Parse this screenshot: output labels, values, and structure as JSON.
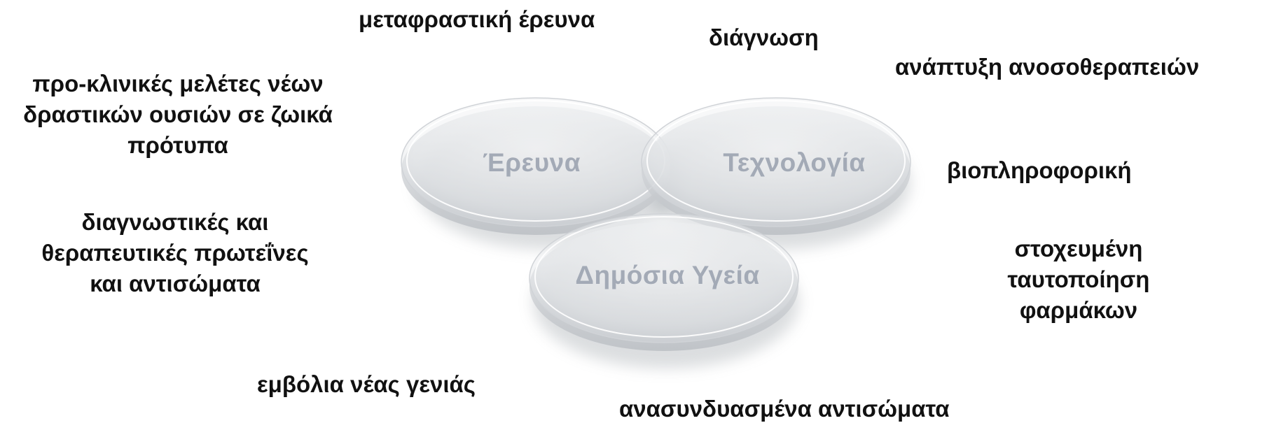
{
  "venn": {
    "circles": [
      {
        "id": "research",
        "label": "Έρευνα"
      },
      {
        "id": "technology",
        "label": "Τεχνολογία"
      },
      {
        "id": "public_health",
        "label": "Δημόσια Υγεία"
      }
    ]
  },
  "terms": {
    "translational_research": "μεταφραστική έρευνα",
    "diagnosis": "διάγνωση",
    "immunotherapy_development": "ανάπτυξη ανοσοθεραπειών",
    "preclinical": [
      "προ-κλινικές μελέτες νέων",
      "δραστικών ουσιών σε ζωικά",
      "πρότυπα"
    ],
    "bioinformatics": "βιοπληροφορική",
    "diagnostic_proteins": [
      "διαγνωστικές και",
      "θεραπευτικές πρωτεΐνες",
      "και αντισώματα"
    ],
    "targeted_drugs": [
      "στοχευμένη",
      "ταυτοποίηση",
      "φαρμάκων"
    ],
    "new_vaccines": "εμβόλια νέας γενιάς",
    "recombinant_antibodies": "ανασυνδυασμένα αντισώματα"
  }
}
